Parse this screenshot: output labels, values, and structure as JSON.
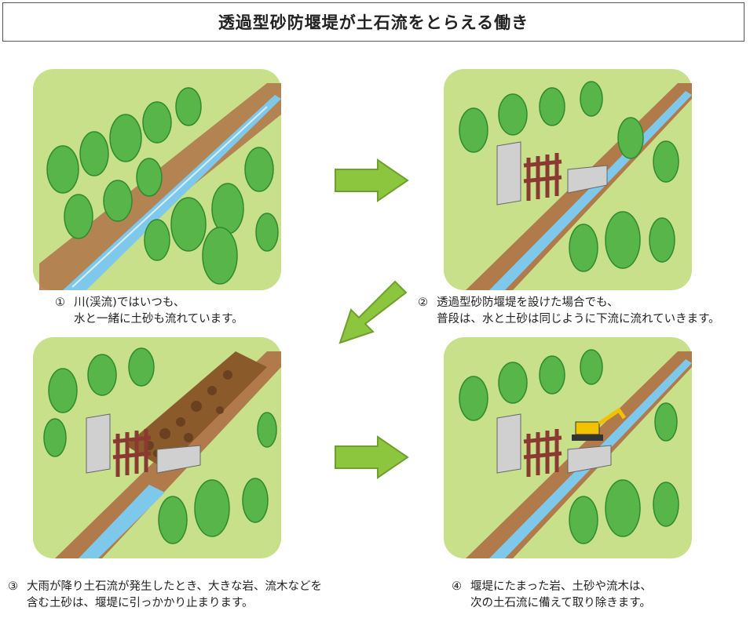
{
  "title": "透過型砂防堰堤が土石流をとらえる働き",
  "panels": [
    {
      "id": 1,
      "num": "①",
      "line1": "川(渓流)ではいつも、",
      "line2": "水と一緒に土砂も流れています。"
    },
    {
      "id": 2,
      "num": "②",
      "line1": "透過型砂防堰堤を設けた場合でも、",
      "line2": "普段は、水と土砂は同じように下流に流れていきます。"
    },
    {
      "id": 3,
      "num": "③",
      "line1": "大雨が降り土石流が発生したとき、大きな岩、流木などを",
      "line2": "含む土砂は、堰堤に引っかかり止まります。"
    },
    {
      "id": 4,
      "num": "④",
      "line1": "堰堤にたまった岩、土砂や流木は、",
      "line2": "次の土石流に備えて取り除きます。"
    }
  ],
  "colors": {
    "grass": "#c8e08a",
    "grass_dark": "#a9cf63",
    "tree": "#58b54a",
    "tree_dark": "#2f8a2f",
    "trunk": "#8a5a2b",
    "soil": "#b07a4a",
    "soil_dark": "#7a4a22",
    "water": "#7ec8ec",
    "concrete": "#d0d0d0",
    "steel": "#8b3a32",
    "arrow": "#8cc63f",
    "arrow_border": "#6f9f2c"
  }
}
